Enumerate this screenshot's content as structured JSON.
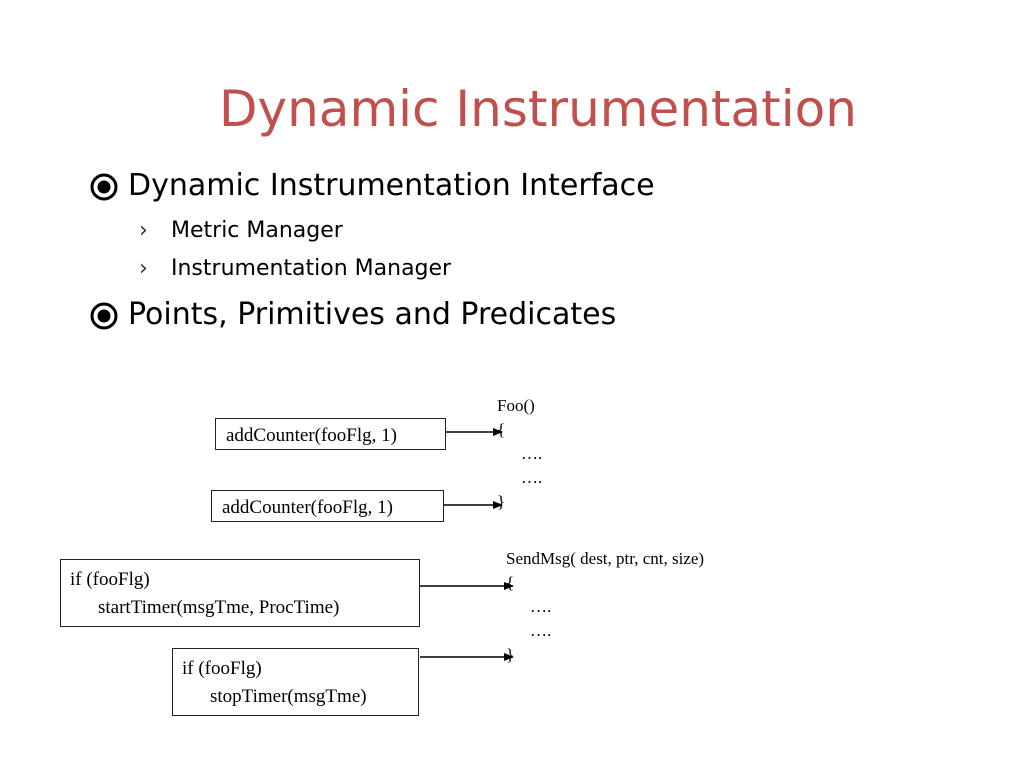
{
  "slide": {
    "title": "Dynamic Instrumentation",
    "title_color": "#c0504d",
    "bullets": [
      {
        "icon": "circled-dot-bullet-icon",
        "text": "Dynamic Instrumentation Interface",
        "sub_items": [
          {
            "icon": "chevron-right-icon",
            "text": "Metric Manager"
          },
          {
            "icon": "chevron-right-icon",
            "text": "Instrumentation Manager"
          }
        ]
      },
      {
        "icon": "circled-dot-bullet-icon",
        "text": "Points, Primitives and Predicates",
        "sub_items": []
      }
    ]
  },
  "diagram": {
    "boxes": [
      {
        "lines": [
          "addCounter(fooFlg, 1)"
        ]
      },
      {
        "lines": [
          "addCounter(fooFlg, 1)"
        ]
      },
      {
        "lines": [
          "if (fooFlg)",
          "startTimer(msgTme, ProcTime)"
        ]
      },
      {
        "lines": [
          "if (fooFlg)",
          "stopTimer(msgTme)"
        ]
      }
    ],
    "functions": [
      {
        "signature": "Foo()",
        "open": "{",
        "body": [
          "….",
          "…."
        ],
        "close": "}"
      },
      {
        "signature": "SendMsg( dest, ptr, cnt, size)",
        "open": "{",
        "body": [
          "….",
          "…."
        ],
        "close": "}"
      }
    ]
  }
}
